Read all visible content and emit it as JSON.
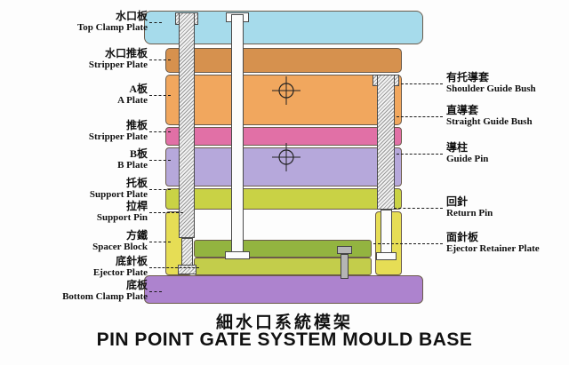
{
  "diagram_title": {
    "chinese": "細水口系統模架",
    "english": "PIN POINT GATE SYSTEM MOULD BASE"
  },
  "left_labels": [
    {
      "cn": "水口板",
      "en": "Top Clamp Plate"
    },
    {
      "cn": "水口推板",
      "en": "Stripper Plate"
    },
    {
      "cn": "A板",
      "en": "A Plate"
    },
    {
      "cn": "推板",
      "en": "Stripper Plate"
    },
    {
      "cn": "B板",
      "en": "B Plate"
    },
    {
      "cn": "托板",
      "en": "Support Plate"
    },
    {
      "cn": "拉桿",
      "en": "Support Pin"
    },
    {
      "cn": "方鐵",
      "en": "Spacer Block"
    },
    {
      "cn": "底針板",
      "en": "Ejector Plate"
    },
    {
      "cn": "底板",
      "en": "Bottom Clamp Plate"
    }
  ],
  "right_labels": [
    {
      "cn": "有托導套",
      "en": "Shoulder Guide Bush"
    },
    {
      "cn": "直導套",
      "en": "Straight Guide Bush"
    },
    {
      "cn": "導柱",
      "en": "Guide Pin"
    },
    {
      "cn": "回針",
      "en": "Return Pin"
    },
    {
      "cn": "面針板",
      "en": "Ejector Retainer Plate"
    }
  ],
  "colors": {
    "top_clamp_plate": "#a6dbeb",
    "runner_stripper_plate": "#d6914e",
    "a_plate": "#f1a75e",
    "stripper_plate": "#e170a6",
    "b_plate": "#b6a8db",
    "support_plate": "#c9d245",
    "spacer_block": "#e6dd55",
    "ejector_retainer_plate": "#93b440",
    "ejector_plate": "#c3cd4b",
    "bottom_clamp_plate": "#ad83ce"
  }
}
